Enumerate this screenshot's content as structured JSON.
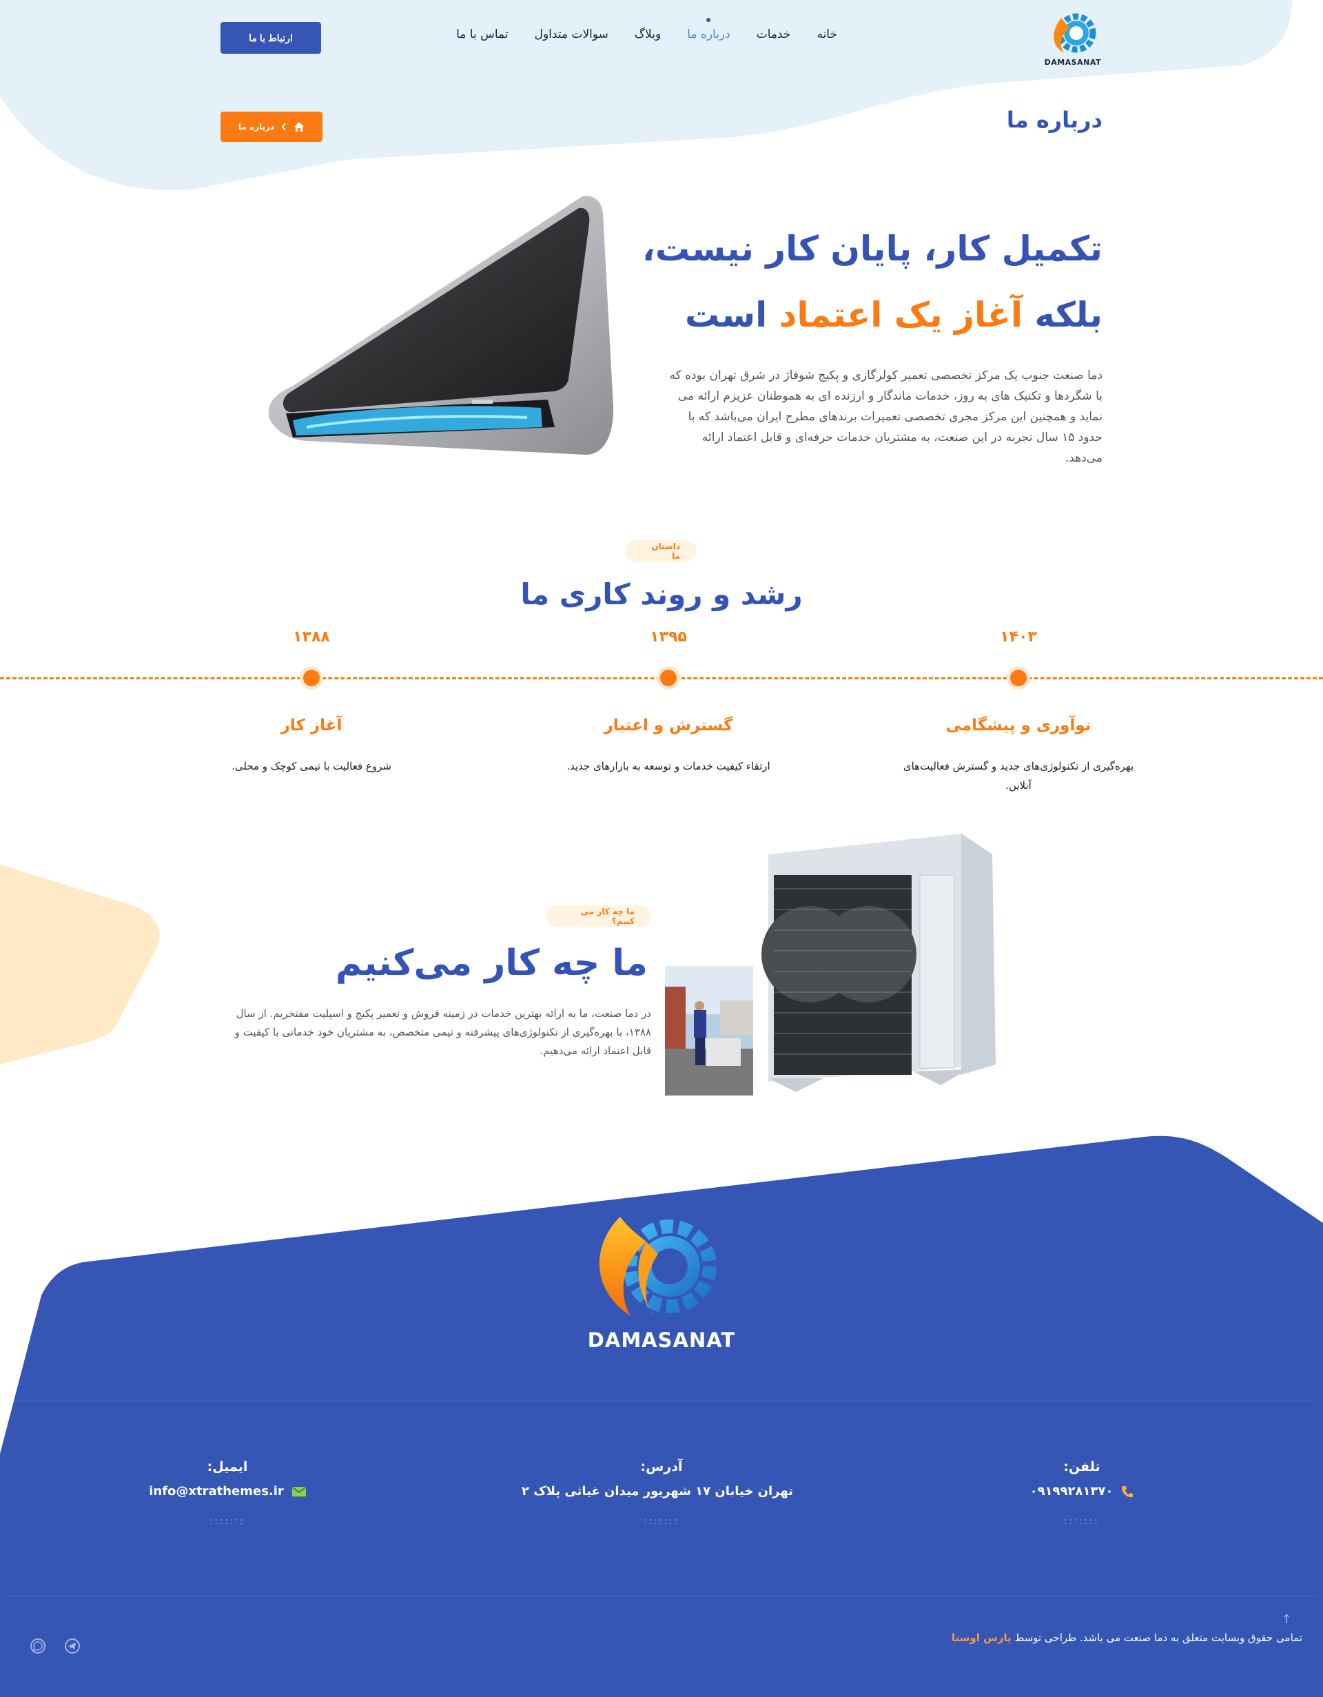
{
  "header": {
    "logo_text": "DAMASANAT",
    "nav": [
      {
        "label": "خانه"
      },
      {
        "label": "خدمات"
      },
      {
        "label": "درباره ما",
        "active": true
      },
      {
        "label": "وبلاگ"
      },
      {
        "label": "سوالات متداول"
      },
      {
        "label": "تماس با ما"
      }
    ],
    "contact_button": "ارتباط با ما"
  },
  "page": {
    "title": "درباره ما",
    "breadcrumb_label": "درباره ما",
    "breadcrumb_icons": [
      "home-icon",
      "chevron-icon"
    ]
  },
  "hero": {
    "line1": "تکمیل کار، پایان کار نیست،",
    "line2_prefix": "بلکه",
    "line2_highlight": "آغاز یک اعتماد",
    "line2_suffix": "است",
    "paragraph": "دما صنعت جنوب یک مرکز تخصصی تعمیر کولرگازی و پکیج شوفاژ در شرق تهران بوده که با شگردها و تکنیک های به روز، خدمات ماندگار و ارزنده ای به هموطنان عزیزم ارائه می نماید و همچنین این مرکز مجری تخصصی تعمیرات برندهای مطرح ایران می‌باشد که با حدود ۱۵ سال تجربه در این صنعت، به مشتریان خدمات حرفه‌ای و قابل اعتماد ارائه می‌دهد."
  },
  "story": {
    "badge": "داستان ما",
    "title": "رشد و روند کاری ما",
    "milestones": [
      {
        "year": "۱۴۰۳",
        "title": "نوآوری و پیشگامی",
        "desc": "بهره‌گیری از تکنولوژی‌های جدید و گسترش فعالیت‌های آنلاین."
      },
      {
        "year": "۱۳۹۵",
        "title": "گسترش و اعتبار",
        "desc": "ارتقاء کیفیت خدمات و توسعه به بازارهای جدید."
      },
      {
        "year": "۱۳۸۸",
        "title": "آغاز کار",
        "desc": "شروع فعالیت با تیمی کوچک و محلی."
      }
    ]
  },
  "what_we_do": {
    "badge": "ما چه کار می کنیم؟",
    "title": "ما چه کار می‌کنیم",
    "paragraph": "در دما صنعت، ما به ارائه بهترین خدمات در زمینه فروش و تعمیر پکیج و اسپلیت مفتخریم. از سال ۱۳۸۸، با بهره‌گیری از تکنولوژی‌های پیشرفته و تیمی متخصص، به مشتریان خود خدماتی با کیفیت و قابل اعتماد ارائه می‌دهیم."
  },
  "footer": {
    "logo_text": "DAMASANAT",
    "phone_label": "تلفن:",
    "phone_value": "۰۹۱۹۹۲۸۱۳۷۰",
    "address_label": "آدرس:",
    "address_value": "تهران خیابان ۱۷ شهریور میدان غیاثی پلاک ۲",
    "email_label": "ایمیل:",
    "email_value": "info@xtrathemes.ir",
    "dots": ":::::::",
    "copyright_text": "تمامی حقوق وبسایت متعلق به دما صنعت می باشد. طراحی توسط",
    "copyright_brand": "پارس اوستا",
    "social_icons": [
      "telegram-icon",
      "whatsapp-icon"
    ]
  },
  "colors": {
    "primary_blue": "#3552b5",
    "accent_orange": "#fb7b12",
    "light_blue_bg": "#e4f1f8",
    "light_orange_bg": "#ffe9c6"
  }
}
